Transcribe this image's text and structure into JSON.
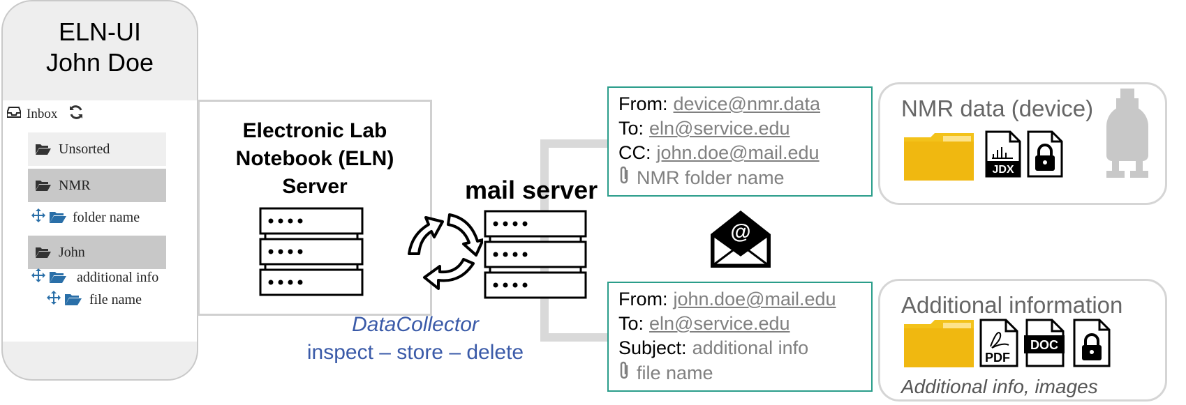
{
  "eln_ui": {
    "title_line1": "ELN-UI",
    "title_line2": "John Doe",
    "inbox_label": "Inbox",
    "folders": [
      {
        "label": "Unsorted",
        "style": "light"
      },
      {
        "label": "NMR",
        "style": "dark"
      },
      {
        "label": "John",
        "style": "dark"
      }
    ],
    "tree_items": [
      {
        "label": "folder name"
      },
      {
        "label": "additional info"
      },
      {
        "label": "file name"
      }
    ]
  },
  "eln_server": {
    "title_line1": "Electronic Lab",
    "title_line2": "Notebook (ELN)",
    "title_line3": "Server"
  },
  "mail_server": {
    "label": "mail server"
  },
  "data_collector": {
    "name": "DataCollector",
    "actions": "inspect – store – delete"
  },
  "email_nmr": {
    "from_label": "From:",
    "from_value": "device@nmr.data",
    "to_label": "To:",
    "to_value": "eln@service.edu",
    "cc_label": "CC:",
    "cc_value": "john.doe@mail.edu",
    "attachment": "NMR folder name"
  },
  "email_additional": {
    "from_label": "From:",
    "from_value": "john.doe@mail.edu",
    "to_label": "To:",
    "to_value": "eln@service.edu",
    "subject_label": "Subject:",
    "subject_value": "additional info",
    "attachment": "file name"
  },
  "panel_nmr": {
    "title": "NMR data (device)",
    "file_badge_jdx": "JDX",
    "icons": [
      "folder-icon",
      "jdx-file-icon",
      "locked-file-icon",
      "plug-icon"
    ]
  },
  "panel_additional": {
    "title": "Additional information",
    "caption": "Additional info, images",
    "file_badge_pdf": "PDF",
    "file_badge_doc": "DOC",
    "icons": [
      "folder-icon",
      "pdf-file-icon",
      "doc-file-icon",
      "locked-file-icon"
    ]
  },
  "colors": {
    "email_border": "#2a9d8a",
    "data_collector_text": "#3a5aa8",
    "folder_yellow": "#f3c21a",
    "tree_icon_blue": "#2a6fa8",
    "connector_gray": "#d9d9d9"
  }
}
